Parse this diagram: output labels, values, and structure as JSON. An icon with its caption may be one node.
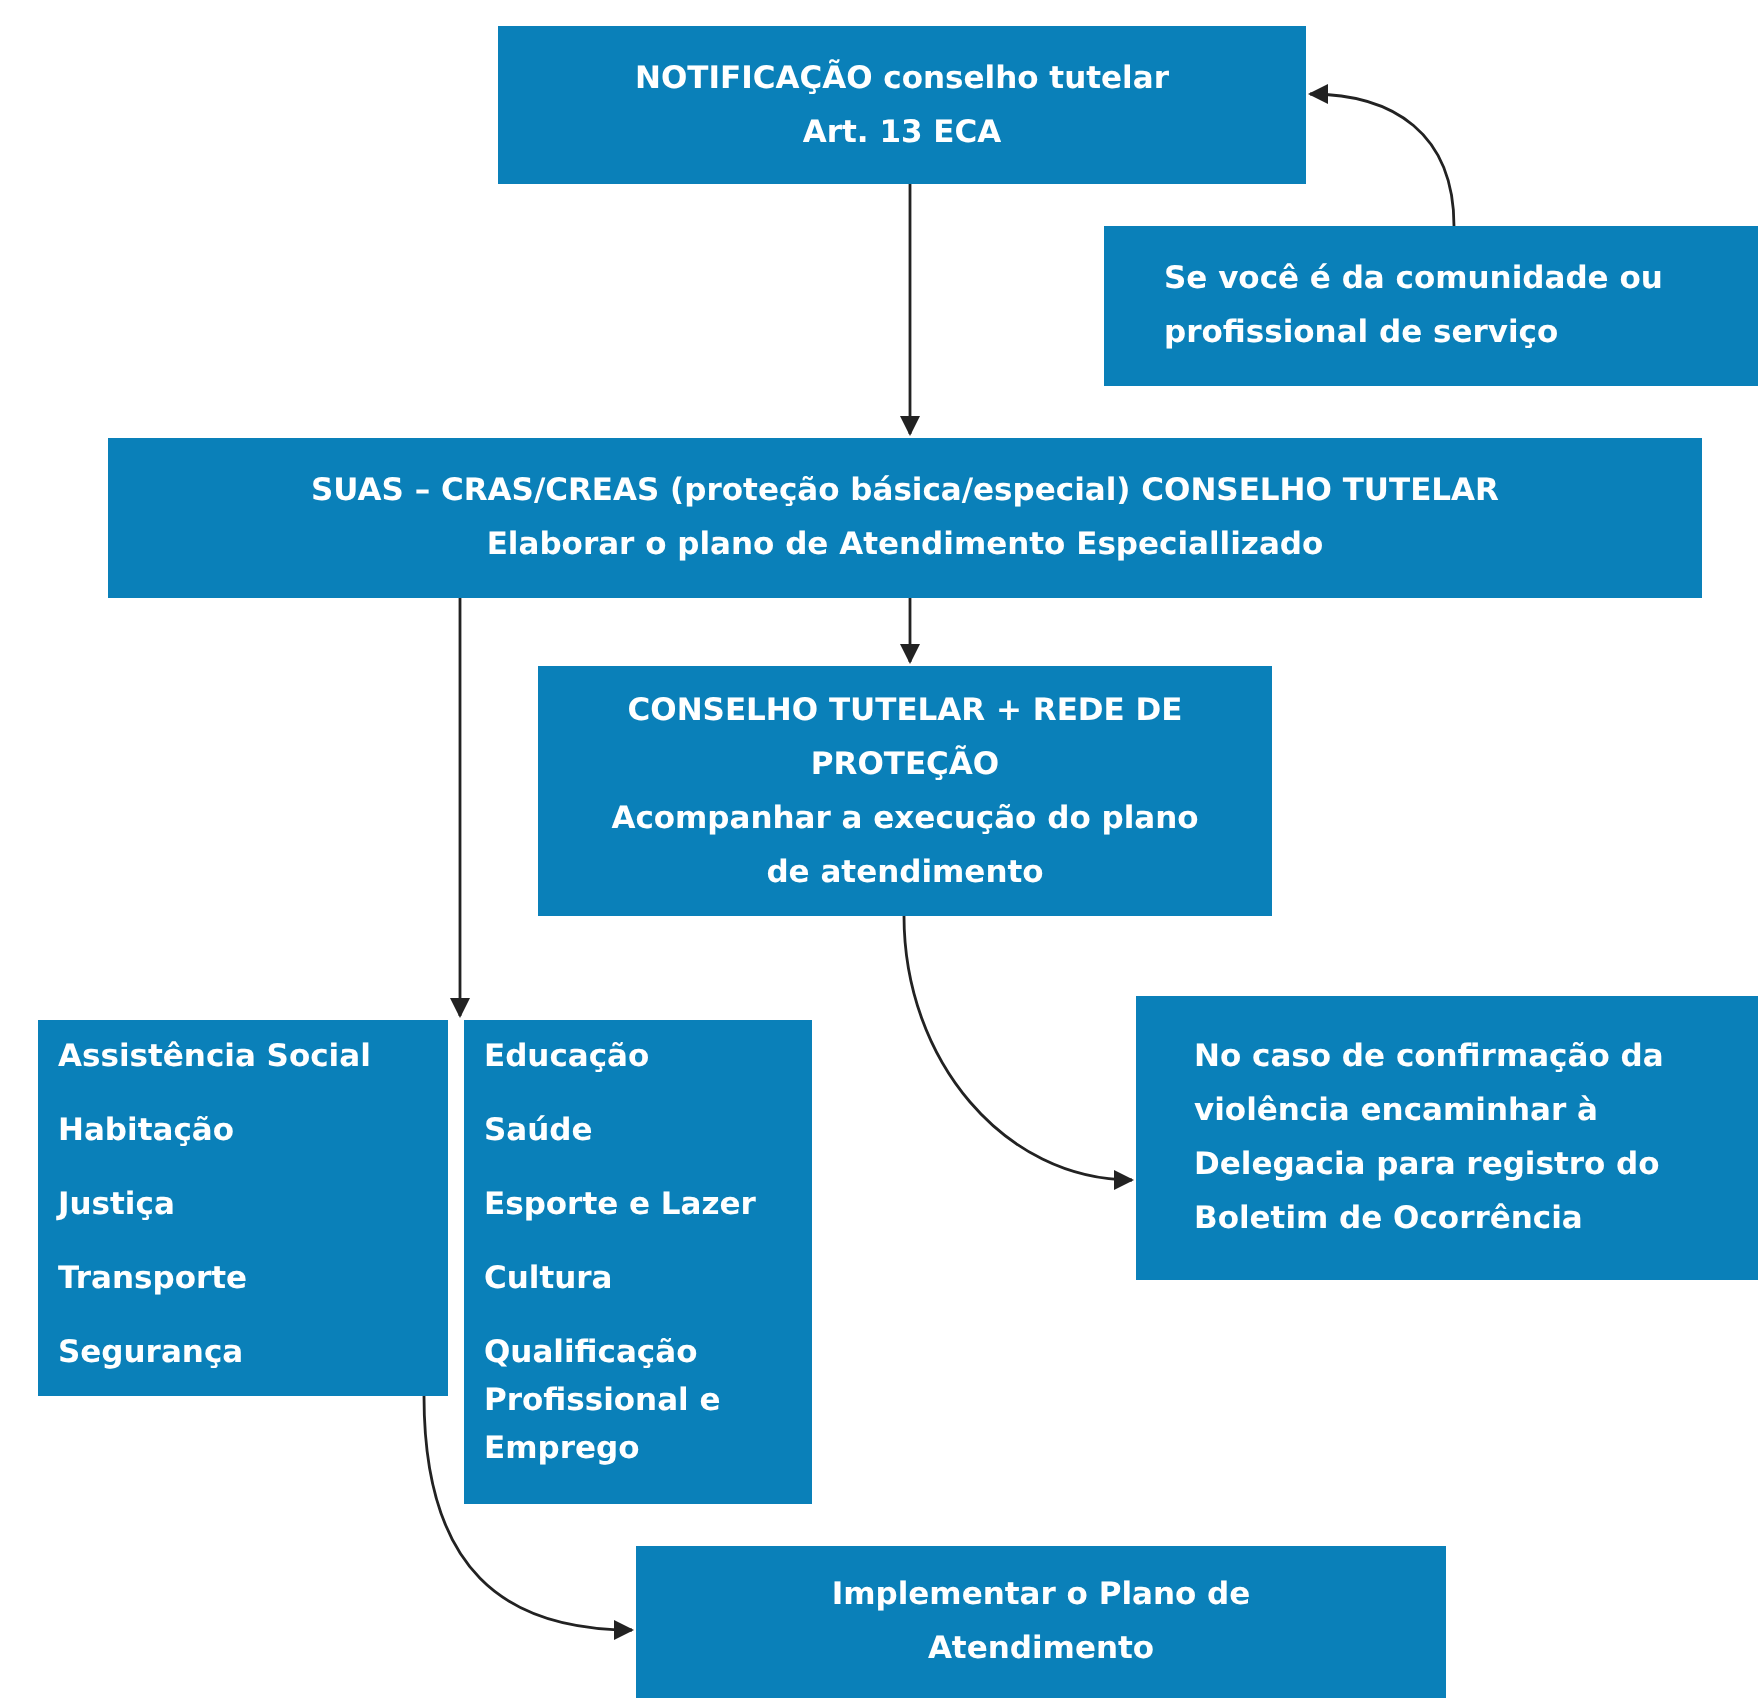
{
  "diagram": {
    "nodes": [
      {
        "text": [
          "NOTIFICAÇÃO conselho tutelar Art. 13 ECA"
        ]
      },
      {
        "text": [
          "Se você é da comunidade ou profissional de serviço"
        ]
      },
      {
        "text": [
          "SUAS – CRAS/CREAS (proteção básica/especial) CONSELHO TUTELAR",
          "Elaborar o plano de Atendimento Especiallizado"
        ]
      },
      {
        "text": [
          "CONSELHO TUTELAR + REDE DE PROTEÇÃO",
          "Acompanhar a execução do plano de atendimento"
        ]
      },
      {
        "text": [
          "Assistência Social",
          "Habitação",
          "Justiça",
          "Transporte",
          "Segurança"
        ]
      },
      {
        "text": [
          "Educação",
          "Saúde",
          "Esporte e Lazer",
          "Cultura",
          "Qualificação Profissional e Emprego"
        ]
      },
      {
        "text": [
          "No caso de confirmação da violência encaminhar à Delegacia para registro do Boletim de Ocorrência"
        ]
      },
      {
        "text": [
          "Implementar o Plano de Atendimento"
        ]
      }
    ],
    "edges": [
      {
        "from": 1,
        "to": 0,
        "arrow": "to"
      },
      {
        "from": 0,
        "to": 2,
        "arrow": "to"
      },
      {
        "from": 2,
        "to": 3,
        "arrow": "to"
      },
      {
        "from": 2,
        "to": 4,
        "arrow": "to"
      },
      {
        "from": 3,
        "to": 6,
        "arrow": "to"
      },
      {
        "from": 4,
        "to": 7,
        "arrow": "to"
      }
    ]
  }
}
